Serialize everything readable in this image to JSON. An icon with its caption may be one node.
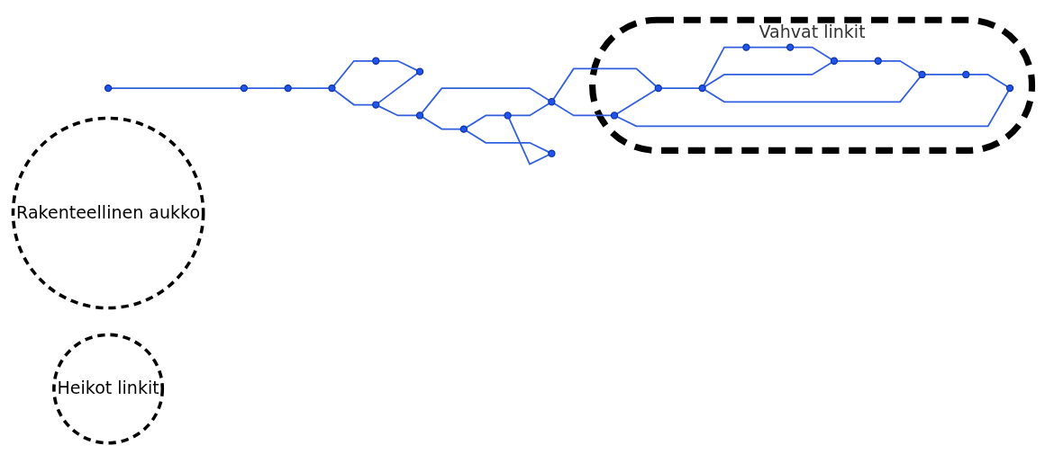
{
  "diagram": {
    "nodes": [
      {
        "text": [],
        "shape": "circle"
      },
      {
        "text": [],
        "shape": "circle"
      },
      {
        "text": [],
        "shape": "circle"
      },
      {
        "text": [],
        "shape": "circle"
      },
      {
        "text": [],
        "shape": "circle"
      },
      {
        "text": [],
        "shape": "circle"
      },
      {
        "text": [],
        "shape": "circle"
      },
      {
        "text": [
          "Rakenteellinen aukko"
        ]
      },
      {
        "text": [
          "Heikot linkit"
        ]
      },
      {
        "text": [
          "Vahvat linkit"
        ]
      },
      {
        "text": [],
        "shape": "circle",
        "in": 9
      },
      {
        "text": [],
        "shape": "circle",
        "in": 9
      },
      {
        "text": [],
        "shape": "circle",
        "in": 9
      },
      {
        "text": [],
        "shape": "circle",
        "in": 9
      },
      {
        "text": [],
        "shape": "circle",
        "in": 9
      },
      {
        "text": [],
        "shape": "circle",
        "in": 9
      },
      {
        "text": [],
        "shape": "circle",
        "in": 9
      },
      {
        "text": [],
        "shape": "circle",
        "in": 9
      },
      {
        "text": [],
        "shape": "circle",
        "in": 9
      },
      {
        "text": [],
        "shape": "circle",
        "in": 9
      },
      {
        "text": [],
        "shape": "circle"
      },
      {
        "text": [],
        "shape": "circle"
      },
      {
        "text": [],
        "shape": "circle"
      },
      {
        "text": [],
        "shape": "circle"
      },
      {
        "text": [],
        "shape": "circle"
      }
    ],
    "edges": [
      {
        "from": 0,
        "to": 1,
        "arrow": "none"
      },
      {
        "from": 1,
        "to": 2,
        "arrow": "none"
      },
      {
        "from": 2,
        "to": 3,
        "arrow": "none"
      },
      {
        "from": 3,
        "to": 4,
        "arrow": "none"
      },
      {
        "from": 4,
        "to": 6,
        "arrow": "none"
      },
      {
        "from": 3,
        "to": 5,
        "arrow": "none"
      },
      {
        "from": 5,
        "to": 6,
        "arrow": "none"
      },
      {
        "from": 5,
        "to": 21,
        "arrow": "none"
      },
      {
        "from": 21,
        "to": 20,
        "arrow": "none"
      },
      {
        "from": 21,
        "to": 23,
        "arrow": "none"
      },
      {
        "from": 23,
        "to": 22,
        "arrow": "none"
      },
      {
        "from": 23,
        "to": 24,
        "arrow": "none"
      },
      {
        "from": 22,
        "to": 24,
        "arrow": "none"
      },
      {
        "from": 22,
        "to": 20,
        "arrow": "none"
      },
      {
        "from": 20,
        "to": 17,
        "arrow": "none"
      },
      {
        "from": 20,
        "to": 16,
        "arrow": "none"
      },
      {
        "from": 17,
        "to": 16,
        "arrow": "none"
      },
      {
        "from": 16,
        "to": 18,
        "arrow": "none"
      },
      {
        "from": 18,
        "to": 19,
        "arrow": "none"
      },
      {
        "from": 19,
        "to": 15,
        "arrow": "none"
      },
      {
        "from": 15,
        "to": 14,
        "arrow": "none"
      },
      {
        "from": 14,
        "to": 12,
        "arrow": "none"
      },
      {
        "from": 12,
        "to": 10,
        "arrow": "none"
      },
      {
        "from": 10,
        "to": 11,
        "arrow": "none"
      },
      {
        "from": 11,
        "to": 13,
        "arrow": "none"
      },
      {
        "from": 13,
        "to": 17,
        "arrow": "none"
      },
      {
        "from": 10,
        "to": 18,
        "arrow": "none"
      },
      {
        "from": 14,
        "to": 18,
        "arrow": "none"
      }
    ]
  }
}
